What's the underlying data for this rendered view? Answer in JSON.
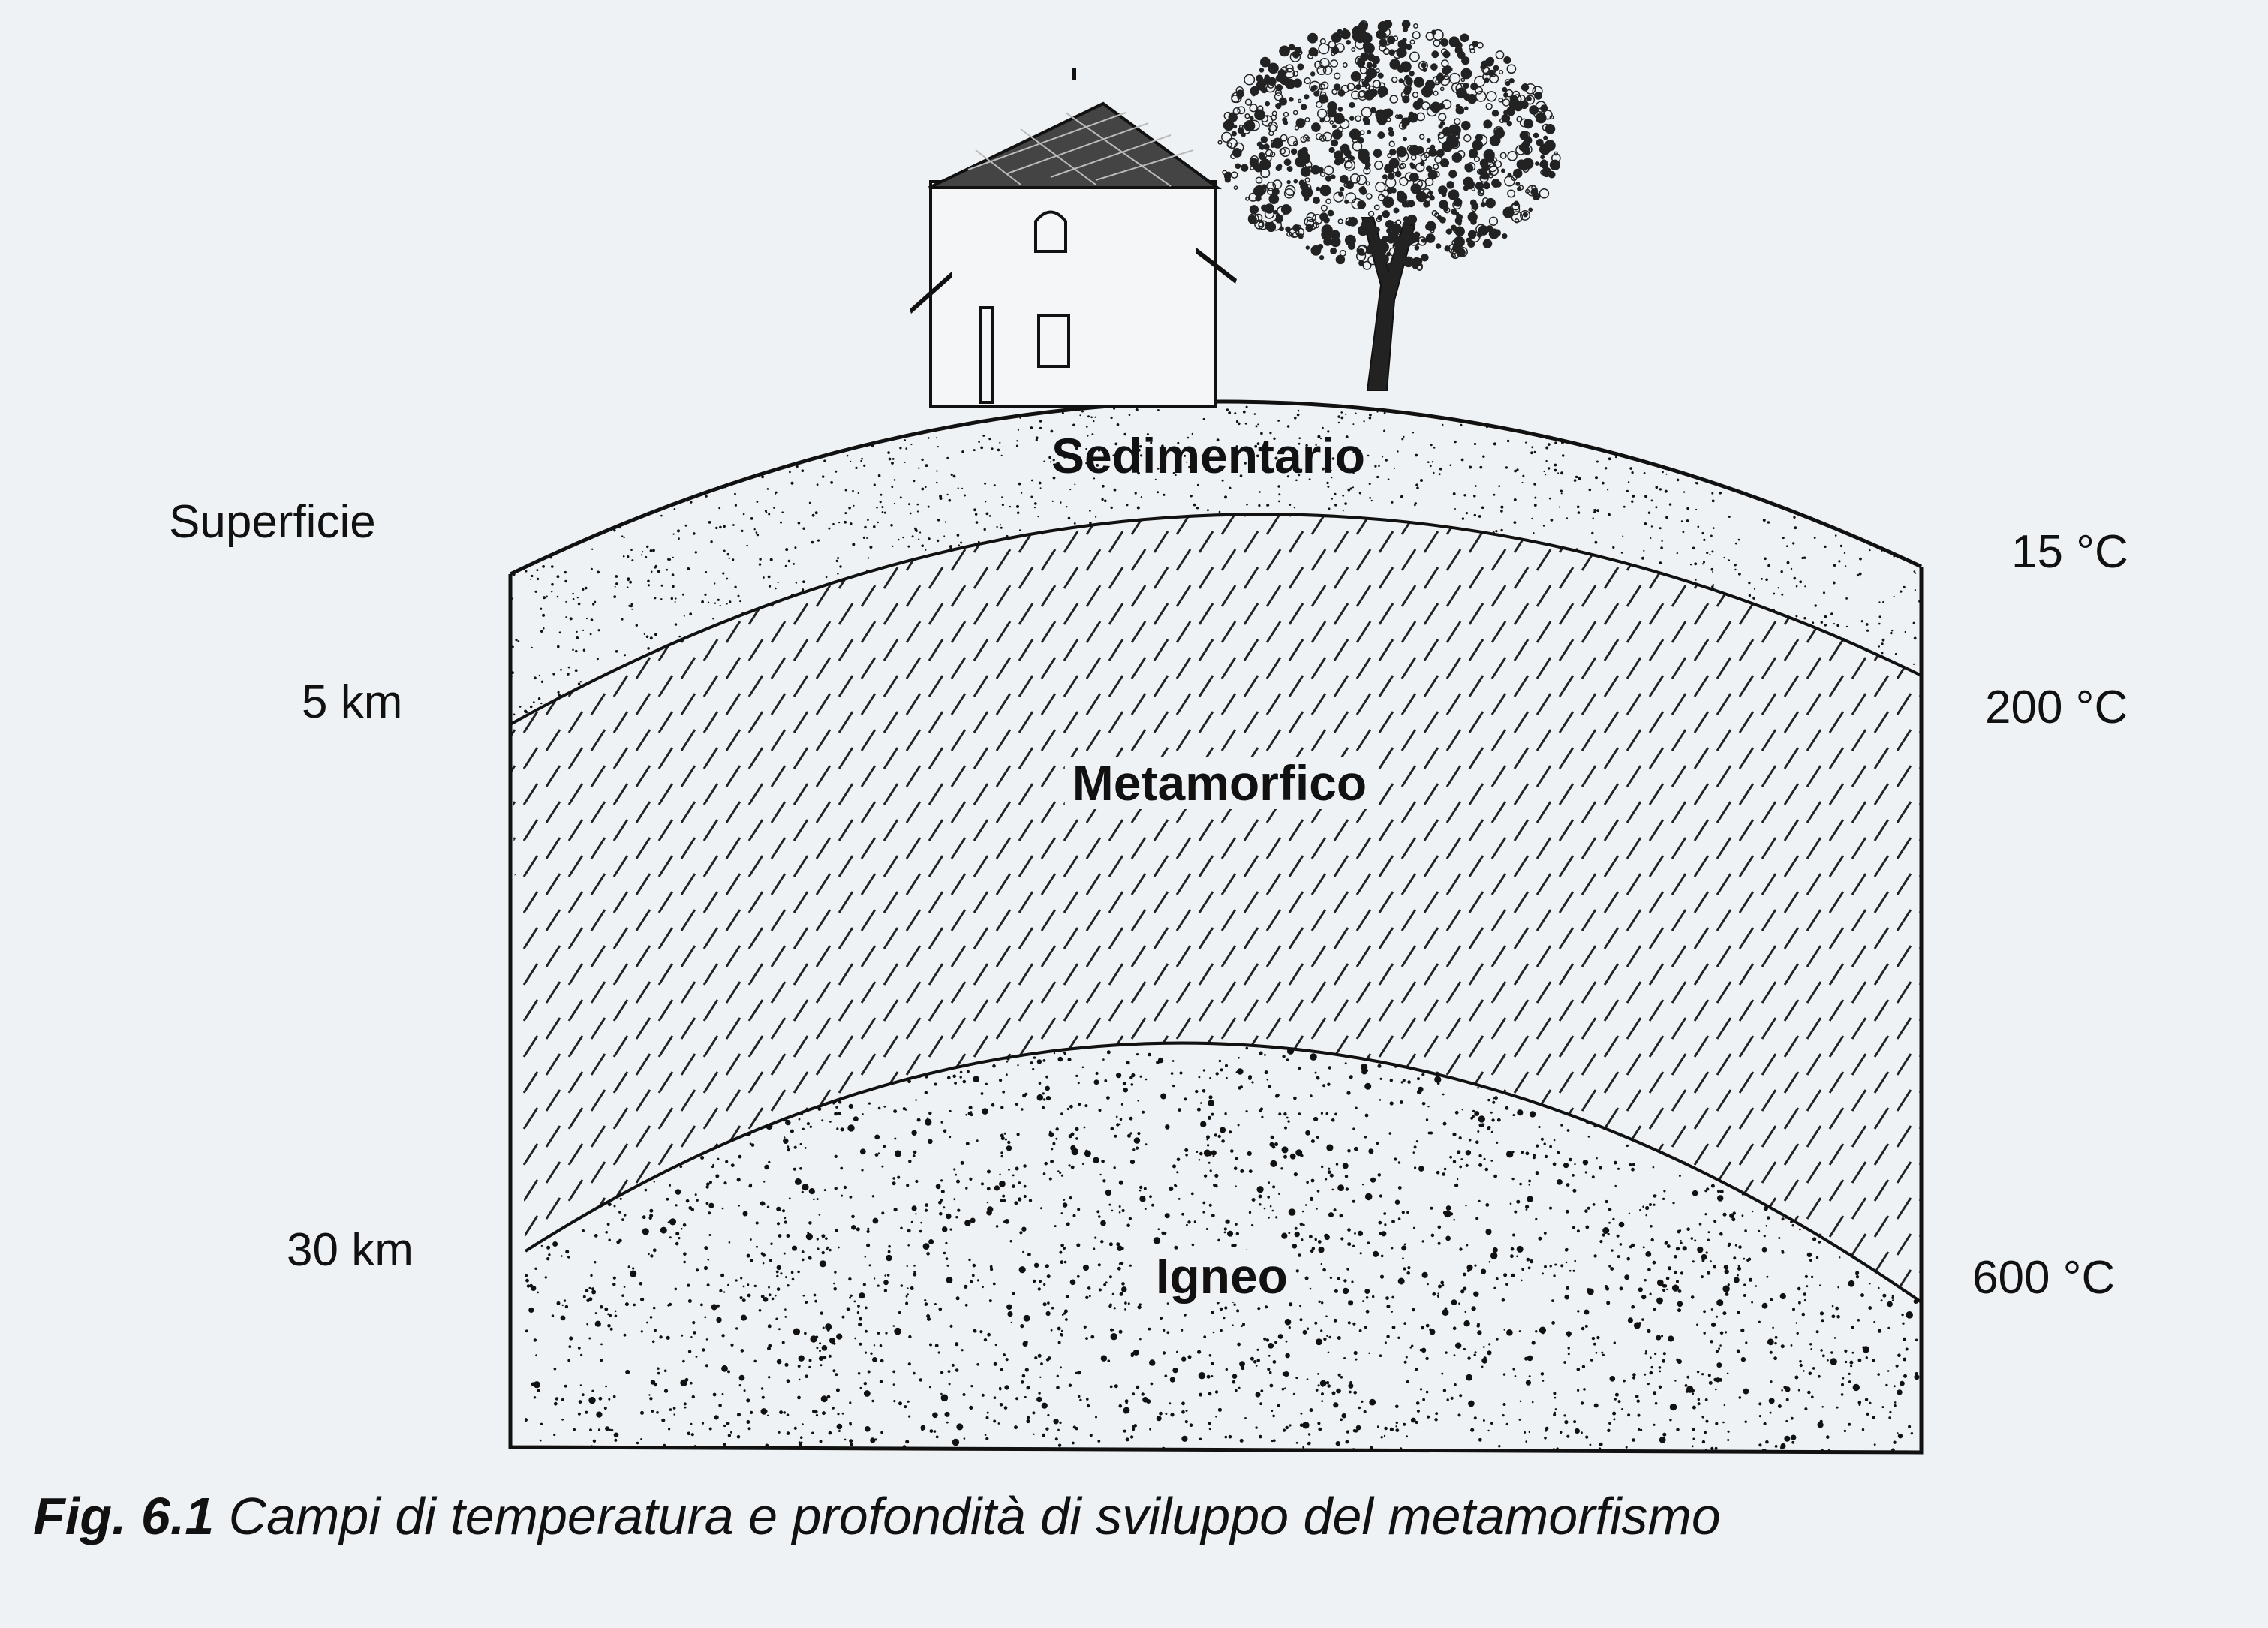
{
  "caption": {
    "figure_number": "Fig. 6.1",
    "text": "Campi di temperatura e profondità di sviluppo del metamorfismo"
  },
  "depth_labels": {
    "surface": "Superficie",
    "depth_5": "5 km",
    "depth_30": "30 km"
  },
  "temperature_labels": {
    "t_surface": "15 °C",
    "t_5": "200 °C",
    "t_30": "600 °C"
  },
  "layers": {
    "sedimentary": "Sedimentario",
    "metamorphic": "Metamorfico",
    "igneous": "Igneo"
  },
  "colors": {
    "ink": "#111111",
    "background": "#eef2f4"
  }
}
